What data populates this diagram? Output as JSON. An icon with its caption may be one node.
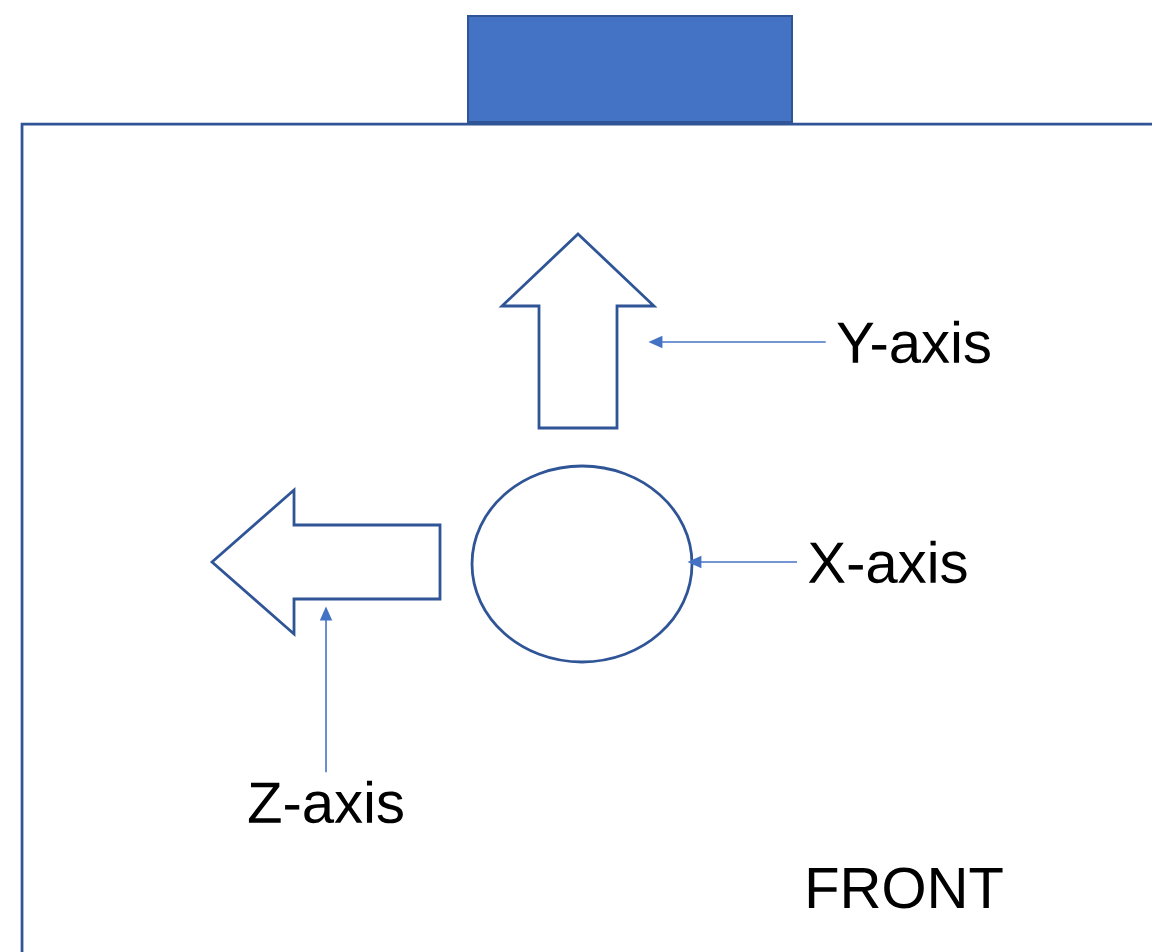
{
  "diagram": {
    "nodes": [
      {
        "text": [
          "Y-axis"
        ]
      },
      {
        "text": [],
        "shape": "arrow"
      },
      {
        "text": [
          "X-axis"
        ]
      },
      {
        "text": [],
        "shape": "circle"
      },
      {
        "text": [
          "Z-axis"
        ]
      },
      {
        "text": [],
        "shape": "arrow"
      }
    ],
    "edges": [
      {
        "from": 0,
        "to": 1,
        "arrow": "to"
      },
      {
        "from": 2,
        "to": 3,
        "arrow": "to"
      },
      {
        "from": 4,
        "to": 5,
        "arrow": "to"
      }
    ],
    "labels": [
      "FRONT"
    ]
  }
}
